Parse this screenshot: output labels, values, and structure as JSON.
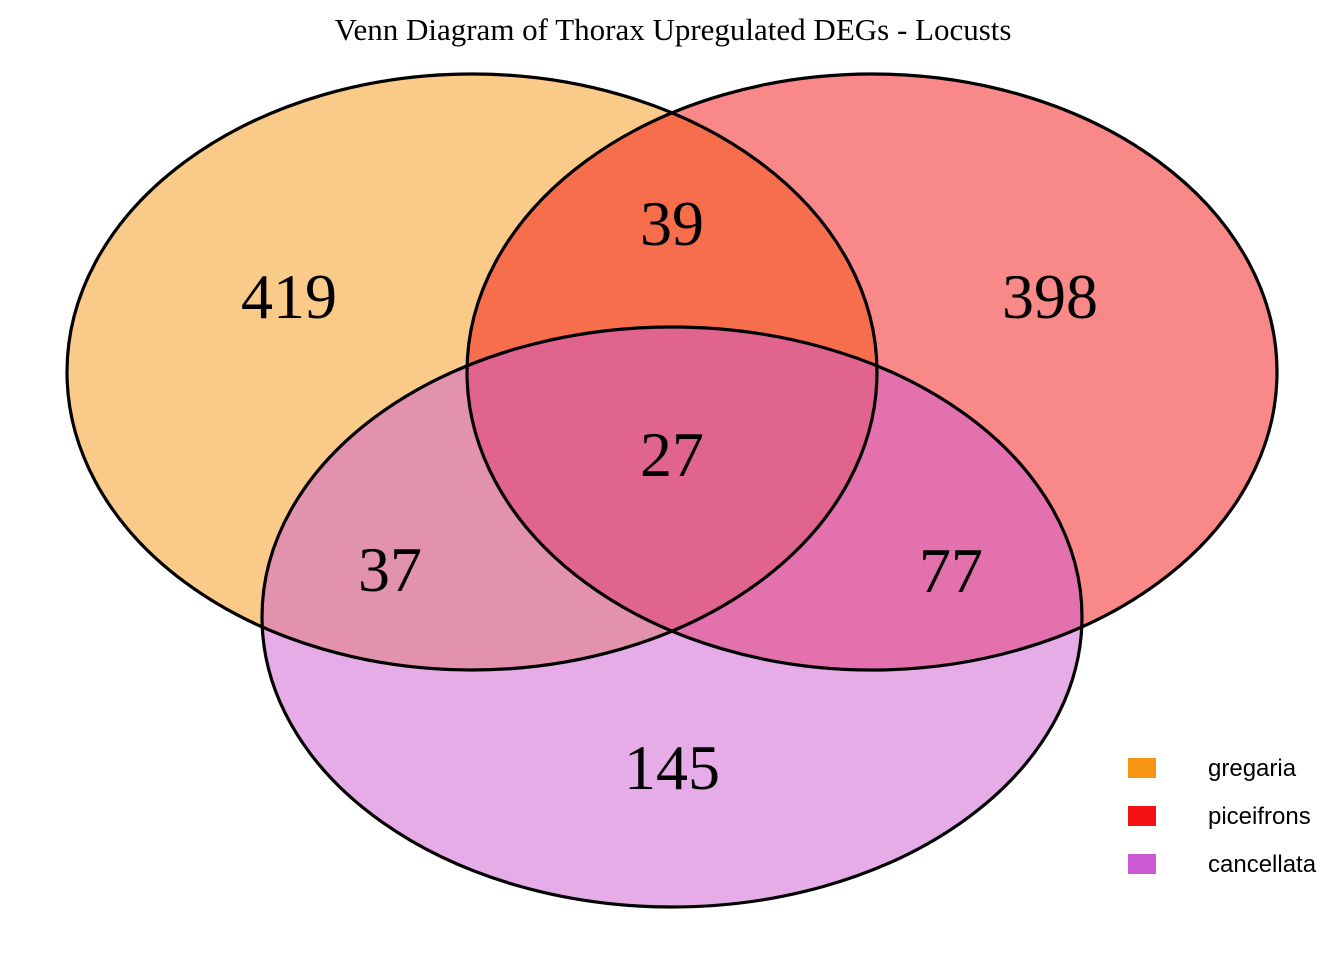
{
  "title": "Venn Diagram of Thorax Upregulated DEGs - Locusts",
  "chart_data": {
    "type": "venn",
    "title": "Venn Diagram of Thorax Upregulated DEGs - Locusts",
    "sets": [
      {
        "name": "gregaria",
        "color": "#F69512"
      },
      {
        "name": "piceifrons",
        "color": "#F31111"
      },
      {
        "name": "cancellata",
        "color": "#CC59D2"
      }
    ],
    "regions": {
      "gregaria_only": 419,
      "piceifrons_only": 398,
      "cancellata_only": 145,
      "gregaria_piceifrons": 39,
      "gregaria_cancellata": 37,
      "piceifrons_cancellata": 77,
      "gregaria_piceifrons_cancellata": 27
    },
    "layout_hints": {
      "background": "#FFFFFF",
      "outline_color": "#000000",
      "fill_opacity": 0.5,
      "legend_position": "bottom-right"
    }
  },
  "legend": {
    "items": [
      {
        "label": "gregaria",
        "color": "#F69512"
      },
      {
        "label": "piceifrons",
        "color": "#F31111"
      },
      {
        "label": "cancellata",
        "color": "#CC59D2"
      }
    ]
  }
}
